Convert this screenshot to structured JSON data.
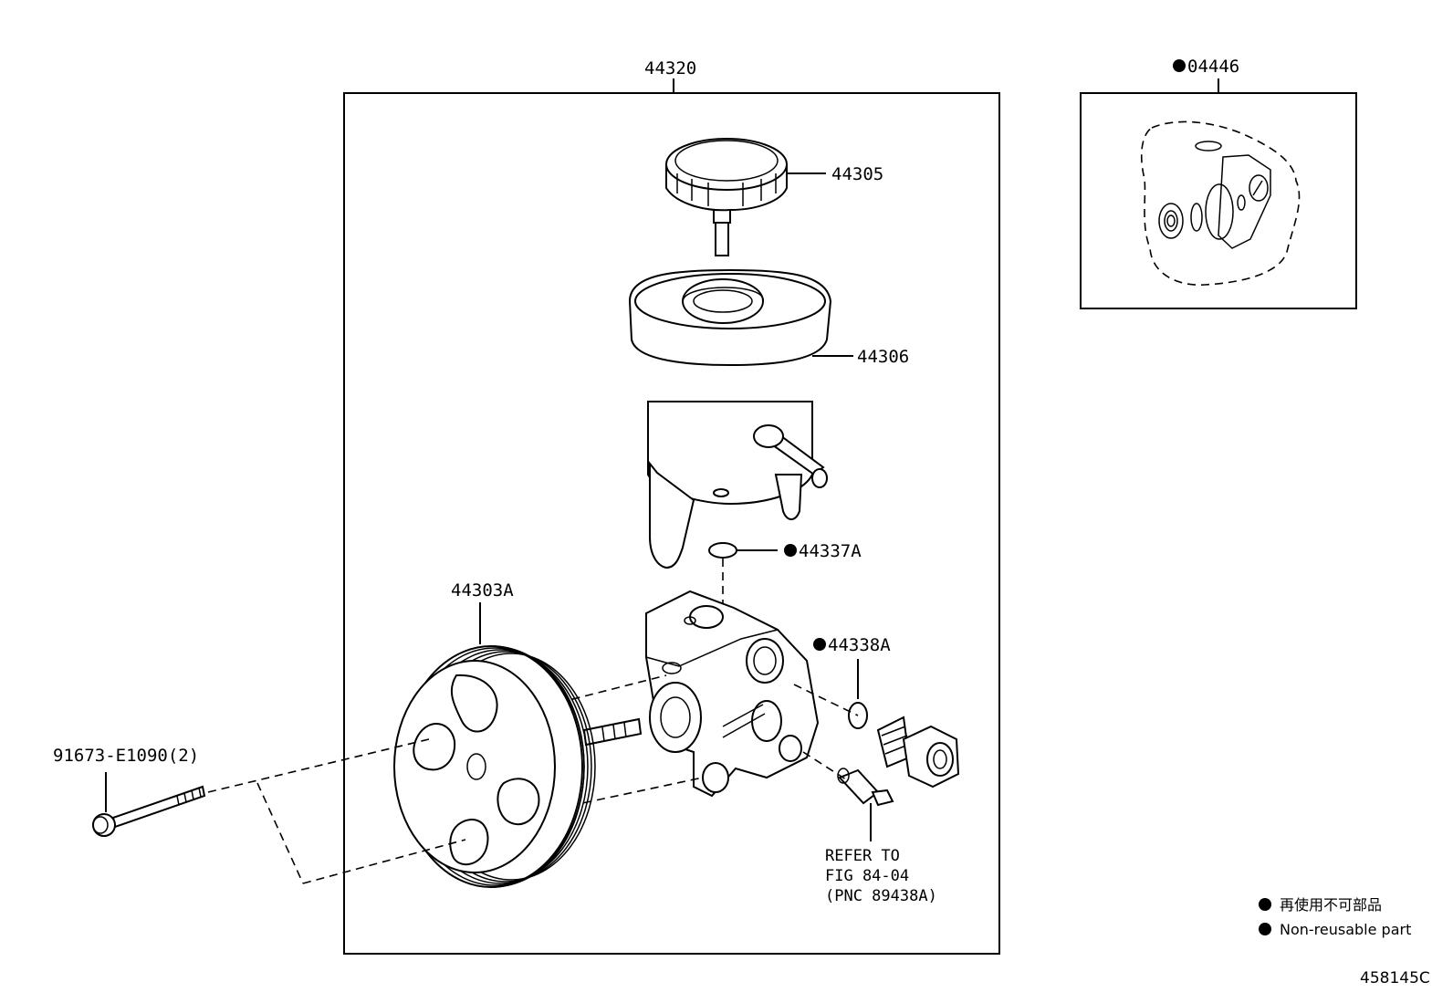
{
  "callouts": {
    "assembly": "44320",
    "kit": "04446",
    "cap": "44305",
    "reservoir": "44306",
    "oring_upper": "44337A",
    "oring_lower": "44338A",
    "pulley": "44303A",
    "bolt": "91673-E1090(2)"
  },
  "refer": {
    "line1": "REFER TO",
    "line2": "FIG 84-04",
    "line3": "(PNC 89438A)"
  },
  "legend": {
    "japanese": "再使用不可部品",
    "english": "Non-reusable part"
  },
  "figure_id": "458145C"
}
